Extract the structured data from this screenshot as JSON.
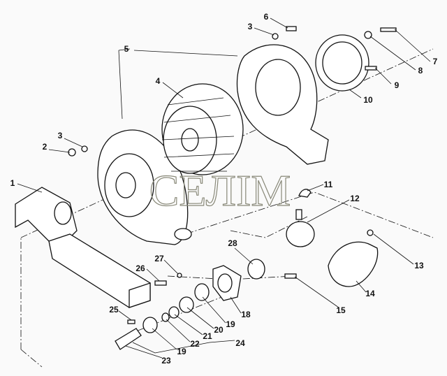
{
  "watermark": "СЕЛІМ",
  "callouts": [
    {
      "id": "1",
      "text": "1"
    },
    {
      "id": "2",
      "text": "2"
    },
    {
      "id": "3a",
      "text": "3"
    },
    {
      "id": "3b",
      "text": "3"
    },
    {
      "id": "4",
      "text": "4"
    },
    {
      "id": "5",
      "text": "5"
    },
    {
      "id": "6",
      "text": "6"
    },
    {
      "id": "7",
      "text": "7"
    },
    {
      "id": "8",
      "text": "8"
    },
    {
      "id": "9",
      "text": "9"
    },
    {
      "id": "10",
      "text": "10"
    },
    {
      "id": "11",
      "text": "11"
    },
    {
      "id": "12",
      "text": "12"
    },
    {
      "id": "13",
      "text": "13"
    },
    {
      "id": "14",
      "text": "14"
    },
    {
      "id": "15",
      "text": "15"
    },
    {
      "id": "18",
      "text": "18"
    },
    {
      "id": "19a",
      "text": "19"
    },
    {
      "id": "19b",
      "text": "19"
    },
    {
      "id": "20",
      "text": "20"
    },
    {
      "id": "21",
      "text": "21"
    },
    {
      "id": "22",
      "text": "22"
    },
    {
      "id": "23",
      "text": "23"
    },
    {
      "id": "24",
      "text": "24"
    },
    {
      "id": "25",
      "text": "25"
    },
    {
      "id": "26",
      "text": "26"
    },
    {
      "id": "27",
      "text": "27"
    },
    {
      "id": "28",
      "text": "28"
    }
  ]
}
